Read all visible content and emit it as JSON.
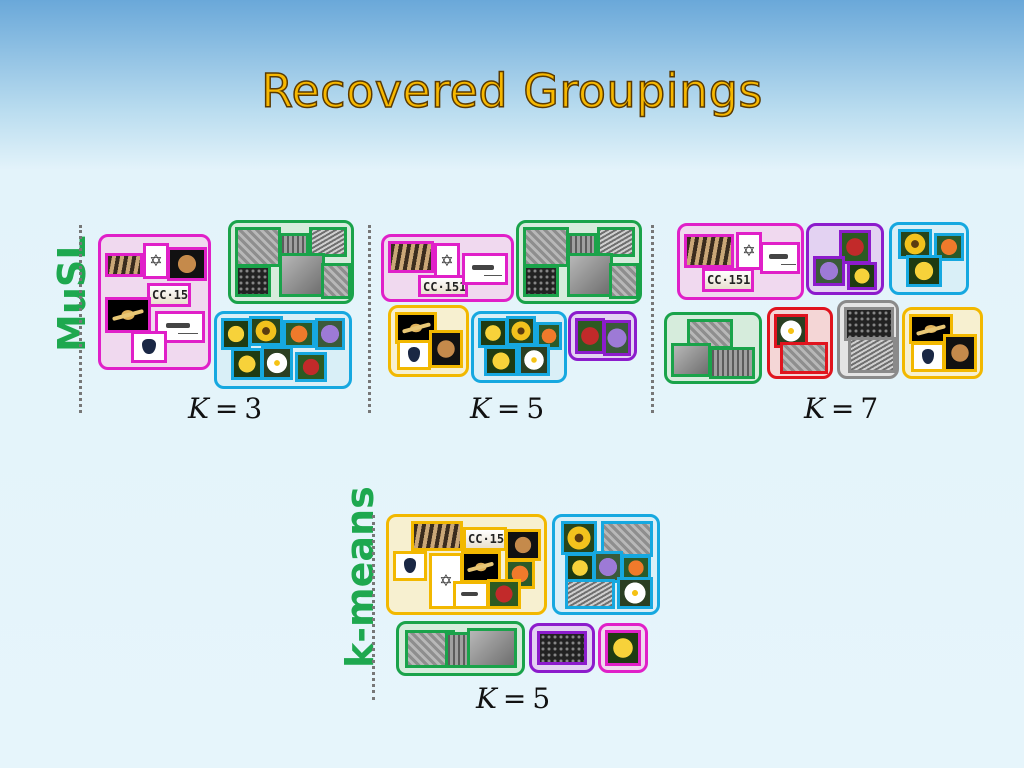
{
  "title": "Recovered Groupings",
  "row_labels": {
    "musl": "MuSL",
    "kmeans": "k-means"
  },
  "k_labels": {
    "k3": {
      "var": "K",
      "eq": "=",
      "num": "3"
    },
    "k5": {
      "var": "K",
      "eq": "=",
      "num": "5"
    },
    "k7": {
      "var": "K",
      "eq": "=",
      "num": "7"
    },
    "k5b": {
      "var": "K",
      "eq": "=",
      "num": "5"
    }
  },
  "colors": {
    "magenta": "#e020c8",
    "green": "#1aa34a",
    "blue": "#16a8e0",
    "yellow": "#f2b800",
    "purple": "#8c1ccc",
    "red": "#e0141e",
    "gray": "#8a8a8a"
  }
}
